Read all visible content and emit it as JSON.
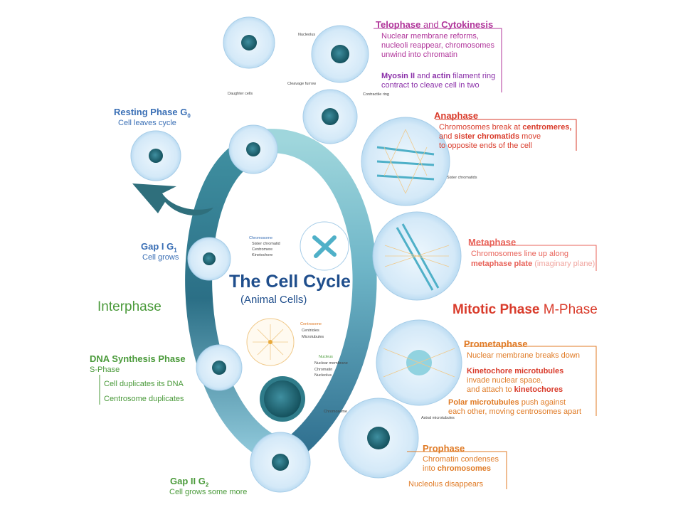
{
  "title": "The Cell Cycle",
  "subtitle": "(Animal Cells)",
  "interphase_label": "Interphase",
  "mitotic": {
    "strong": "Mitotic Phase",
    "rest": " M-Phase"
  },
  "resting": {
    "title": "Resting Phase G",
    "sub": "0",
    "desc": "Cell leaves cycle"
  },
  "gap1": {
    "title": "Gap I G",
    "sub": "1",
    "desc": "Cell grows"
  },
  "sphase": {
    "title": "DNA Synthesis Phase",
    "sub": "S-Phase",
    "items": [
      "Cell duplicates its DNA",
      "Centrosome duplicates"
    ]
  },
  "gap2": {
    "title": "Gap II G",
    "sub": "2",
    "desc": "Cell grows some more"
  },
  "telophase": {
    "title_a": "Telophase",
    "title_and": " and ",
    "title_b": "Cytokinesis",
    "desc": [
      "Nuclear membrane reforms,",
      "nucleoli reappear, chromosomes",
      "unwind into chromatin"
    ],
    "myosin": {
      "a": "Myosin II",
      "b": " and ",
      "c": "actin",
      "d": " filament ring"
    },
    "myosin_line2": "contract to cleave cell in two"
  },
  "anaphase": {
    "title": "Anaphase",
    "line1a": "Chromosomes break at ",
    "line1b": "centromeres,",
    "line2a": "and ",
    "line2b": "sister chromatids",
    "line2c": " move",
    "line3": "to opposite ends of the cell"
  },
  "metaphase": {
    "title": "Metaphase",
    "line1": "Chromosomes line up along",
    "line2a": "metaphase plate",
    "line2b": " (imaginary plane)"
  },
  "prometaphase": {
    "title": "Prometaphase",
    "line1": "Nuclear membrane breaks down",
    "kin_a": "Kinetochore microtubules",
    "kin_b": "invade nuclear space,",
    "kin_c": "and attach to ",
    "kin_d": "kinetochores",
    "polar_a": "Polar microtubules",
    "polar_b": " push against",
    "polar_c": "each other, moving centrosomes apart"
  },
  "prophase": {
    "title": "Prophase",
    "line1": "Chromatin condenses",
    "line2a": "into ",
    "line2b": "chromosomes",
    "nucleolus": "Nucleolus disappears"
  },
  "tiny": {
    "nucleolus": "Nucleolus",
    "daughter": "Daughter cells",
    "cleavage": "Cleavage furrow",
    "contractile": "Contractile ring",
    "sister": "Sister chromatids",
    "chromosome_box": "Chromosome",
    "sister_chromatid": "Sister chromatid",
    "centromere": "Centromere",
    "kinetochore": "Kinetochore",
    "centrosome": "Centrosome",
    "centrioles": "Centrioles",
    "microtubules": "Microtubules",
    "nucleus": "Nucleus",
    "nuclear_membrane": "Nuclear membrane",
    "chromatin": "Chromatin",
    "nucleolus2": "Nucleolus",
    "chromosome": "Chromosome",
    "astral": "Astral microtubules"
  },
  "colors": {
    "blue": "#3a6fb5",
    "green": "#4a9a3a",
    "magenta": "#b0349a",
    "red": "#d93b2b",
    "orange": "#e07b26",
    "teal": "#2f7c8a"
  }
}
